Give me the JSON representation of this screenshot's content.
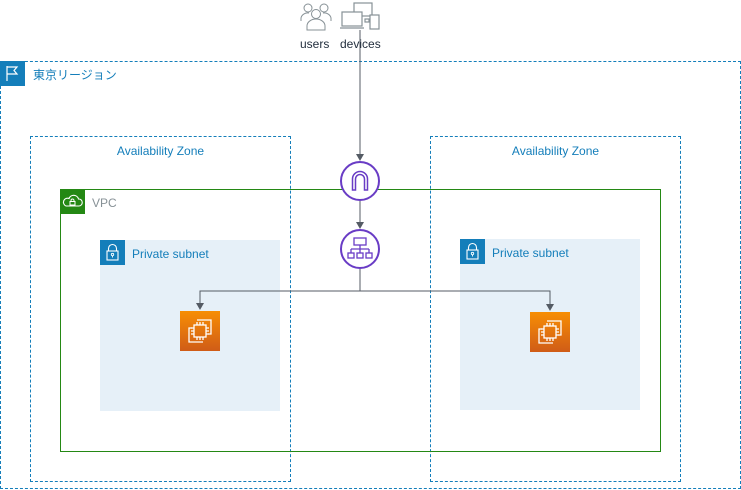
{
  "diagram": {
    "external": {
      "users_label": "users",
      "devices_label": "devices"
    },
    "region": {
      "label": "東京リージョン",
      "icon": "flag-icon",
      "color": "#147EBA"
    },
    "availability_zones": [
      {
        "label": "Availability Zone"
      },
      {
        "label": "Availability Zone"
      }
    ],
    "vpc": {
      "label": "VPC",
      "icon": "cloud-lock-icon",
      "color": "#248814"
    },
    "subnets": [
      {
        "label": "Private subnet",
        "icon": "lock-icon"
      },
      {
        "label": "Private subnet",
        "icon": "lock-icon"
      }
    ],
    "nodes": {
      "internet_gateway": {
        "icon": "internet-gateway-icon",
        "color": "#693CC5"
      },
      "load_balancer": {
        "icon": "load-balancer-icon",
        "color": "#693CC5"
      },
      "ec2_instances": [
        {
          "icon": "ec2-instance-icon"
        },
        {
          "icon": "ec2-instance-icon"
        }
      ]
    },
    "connections": [
      {
        "from": "users/devices",
        "to": "internet_gateway"
      },
      {
        "from": "internet_gateway",
        "to": "load_balancer"
      },
      {
        "from": "load_balancer",
        "to": "ec2_instances.0"
      },
      {
        "from": "load_balancer",
        "to": "ec2_instances.1"
      }
    ]
  }
}
